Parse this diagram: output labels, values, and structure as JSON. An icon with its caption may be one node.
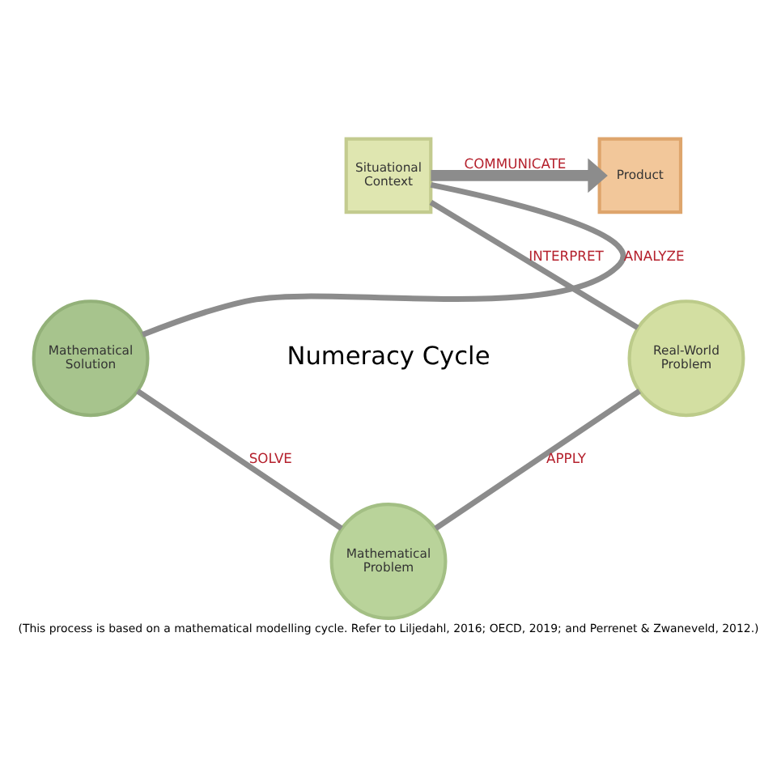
{
  "diagram": {
    "caption": "(This process is based on a mathematical modelling cycle. Refer to Liljedahl, 2016; OECD, 2019; and Perrenet & Zwaneveld, 2012.)",
    "nodes": [
      {
        "text": [
          "Situational Context"
        ]
      },
      {
        "text": [
          "Real-World Problem"
        ]
      },
      {
        "text": [
          "Mathematical Problem"
        ]
      },
      {
        "text": [
          "Mathematical Solution"
        ]
      },
      {
        "text": [
          "Product"
        ]
      }
    ],
    "edges": [
      {
        "from": 0,
        "to": 1,
        "arrow": "none",
        "label": "INTERPRET"
      },
      {
        "from": 1,
        "to": 2,
        "arrow": "none",
        "label": "APPLY"
      },
      {
        "from": 2,
        "to": 3,
        "arrow": "none",
        "label": "SOLVE"
      },
      {
        "from": 3,
        "to": 0,
        "arrow": "none",
        "label": "ANALYZE"
      },
      {
        "from": 0,
        "to": 4,
        "arrow": "to",
        "label": "COMMUNICATE",
        "style": "thick"
      }
    ],
    "labels": [
      "Numeracy Cycle"
    ]
  }
}
